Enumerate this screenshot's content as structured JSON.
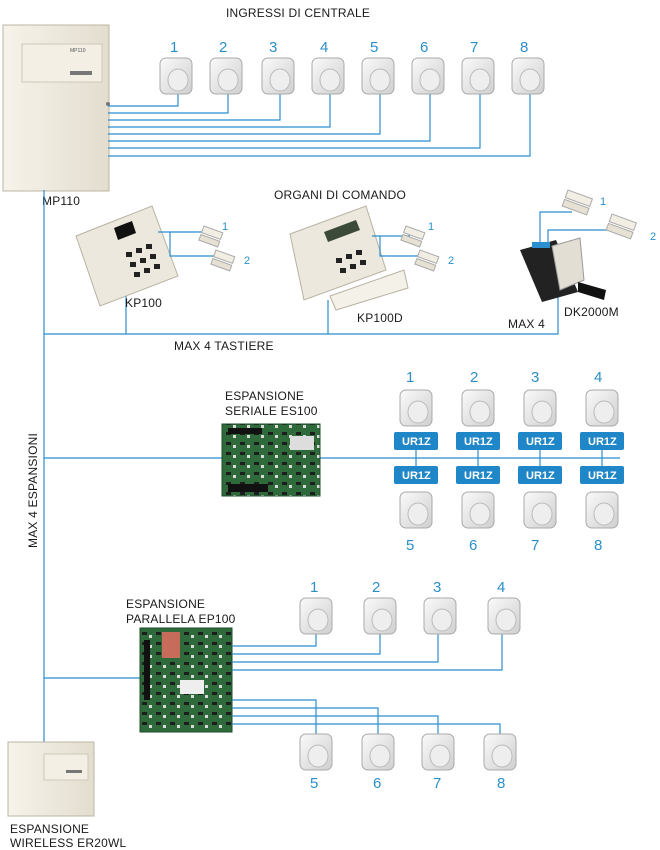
{
  "title": "INGRESSI DI CENTRALE",
  "central": {
    "label": "MP110",
    "brand": "MP110"
  },
  "inputs_top": [
    "1",
    "2",
    "3",
    "4",
    "5",
    "6",
    "7",
    "8"
  ],
  "commands": {
    "title": "ORGANI DI COMANDO",
    "kp100": "KP100",
    "kp100d": "KP100D",
    "dk2000m": "DK2000M",
    "max4": "MAX 4",
    "max4_keypads": "MAX 4 TASTIERE",
    "contact_numbers": [
      "1",
      "2"
    ]
  },
  "vertical_bus_label": "MAX 4 ESPANSIONI",
  "serial": {
    "title_line1": "ESPANSIONE",
    "title_line2": "SERIALE ES100",
    "numbers_top": [
      "1",
      "2",
      "3",
      "4"
    ],
    "numbers_bottom": [
      "5",
      "6",
      "7",
      "8"
    ],
    "module_label": "UR1Z"
  },
  "parallel": {
    "title_line1": "ESPANSIONE",
    "title_line2": "PARALLELA EP100",
    "numbers_top": [
      "1",
      "2",
      "3",
      "4"
    ],
    "numbers_bottom": [
      "5",
      "6",
      "7",
      "8"
    ]
  },
  "wireless": {
    "line1": "ESPANSIONE",
    "line2": "WIRELESS ER20WL"
  },
  "colors": {
    "wire": "#2b8ecf",
    "ur_module": "#1f86c8",
    "number": "#2a8fc8",
    "board": "#2f6b3a"
  }
}
